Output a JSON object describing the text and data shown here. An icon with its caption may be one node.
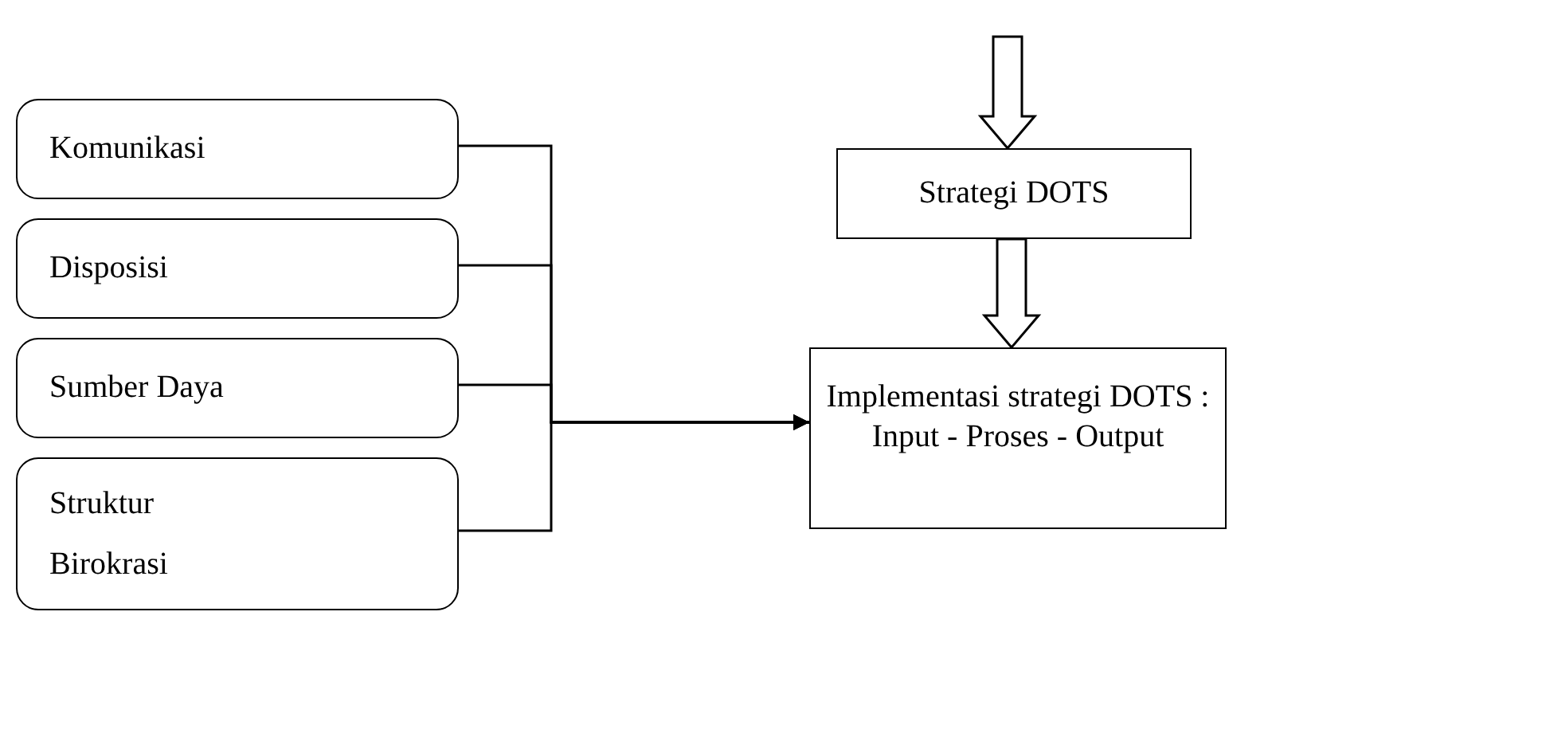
{
  "diagram": {
    "nodes": [
      {
        "text": [
          "Strategi DOTS"
        ]
      },
      {
        "text": [
          "Komunikasi"
        ]
      },
      {
        "text": [
          "Disposisi"
        ]
      },
      {
        "text": [
          "Sumber Daya"
        ]
      },
      {
        "text": [
          "Struktur Birokrasi"
        ]
      },
      {
        "text": [
          "Implementasi strategi DOTS : Input - Proses - Output"
        ]
      }
    ],
    "edges": [
      {
        "from": null,
        "to": 0,
        "arrow": "to",
        "style": "thick"
      },
      {
        "from": 0,
        "to": 5,
        "arrow": "to",
        "style": "thick"
      },
      {
        "from": 1,
        "to": 5,
        "arrow": "to"
      },
      {
        "from": 2,
        "to": 5,
        "arrow": "to"
      },
      {
        "from": 3,
        "to": 5,
        "arrow": "to"
      },
      {
        "from": 4,
        "to": 5,
        "arrow": "to"
      }
    ]
  }
}
